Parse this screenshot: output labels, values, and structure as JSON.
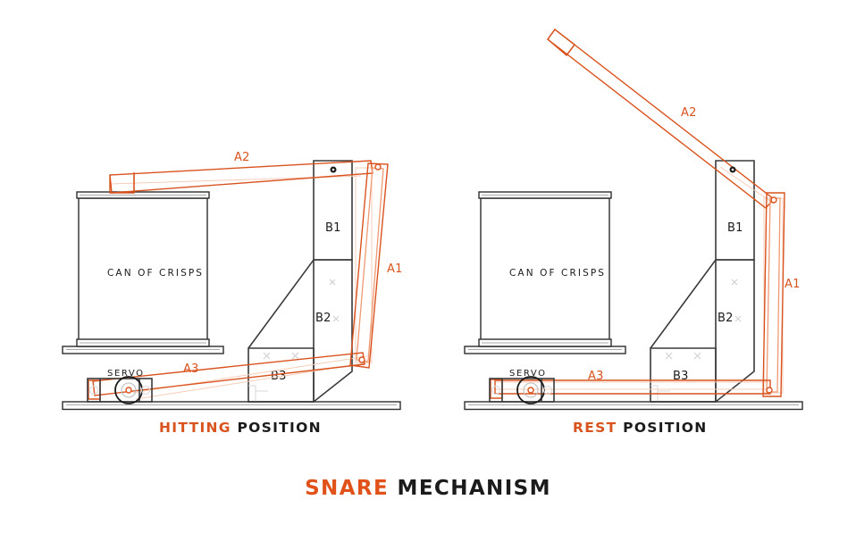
{
  "title": {
    "highlight": "SNARE",
    "rest": " MECHANISM",
    "full": "SNARE MECHANISM",
    "color_highlight": "#e0521a",
    "color_rest": "#1b1b1b"
  },
  "palette": {
    "orange": "#d9531e",
    "orange_light": "#ef9a72",
    "orange_ghost": "#f6cdb8",
    "dark": "#1b1b1b",
    "structure": "#3a3a3a",
    "ghost_grey": "#d8d8d8",
    "background": "#ffffff"
  },
  "panels": [
    {
      "id": "left",
      "caption_highlight": "HITTING",
      "caption_rest": " POSITION",
      "caption_full": "HITTING POSITION",
      "can_label": "CAN OF CRISPS",
      "servo_label": "SERVO",
      "blocks": [
        {
          "name": "B1"
        },
        {
          "name": "B2"
        },
        {
          "name": "B3"
        }
      ],
      "links": [
        {
          "name": "A1"
        },
        {
          "name": "A2"
        },
        {
          "name": "A3"
        }
      ]
    },
    {
      "id": "right",
      "caption_highlight": "REST",
      "caption_rest": " POSITION",
      "caption_full": "REST POSITION",
      "can_label": "CAN OF CRISPS",
      "servo_label": "SERVO",
      "blocks": [
        {
          "name": "B1"
        },
        {
          "name": "B2"
        },
        {
          "name": "B3"
        }
      ],
      "links": [
        {
          "name": "A1"
        },
        {
          "name": "A2"
        },
        {
          "name": "A3"
        }
      ]
    }
  ]
}
